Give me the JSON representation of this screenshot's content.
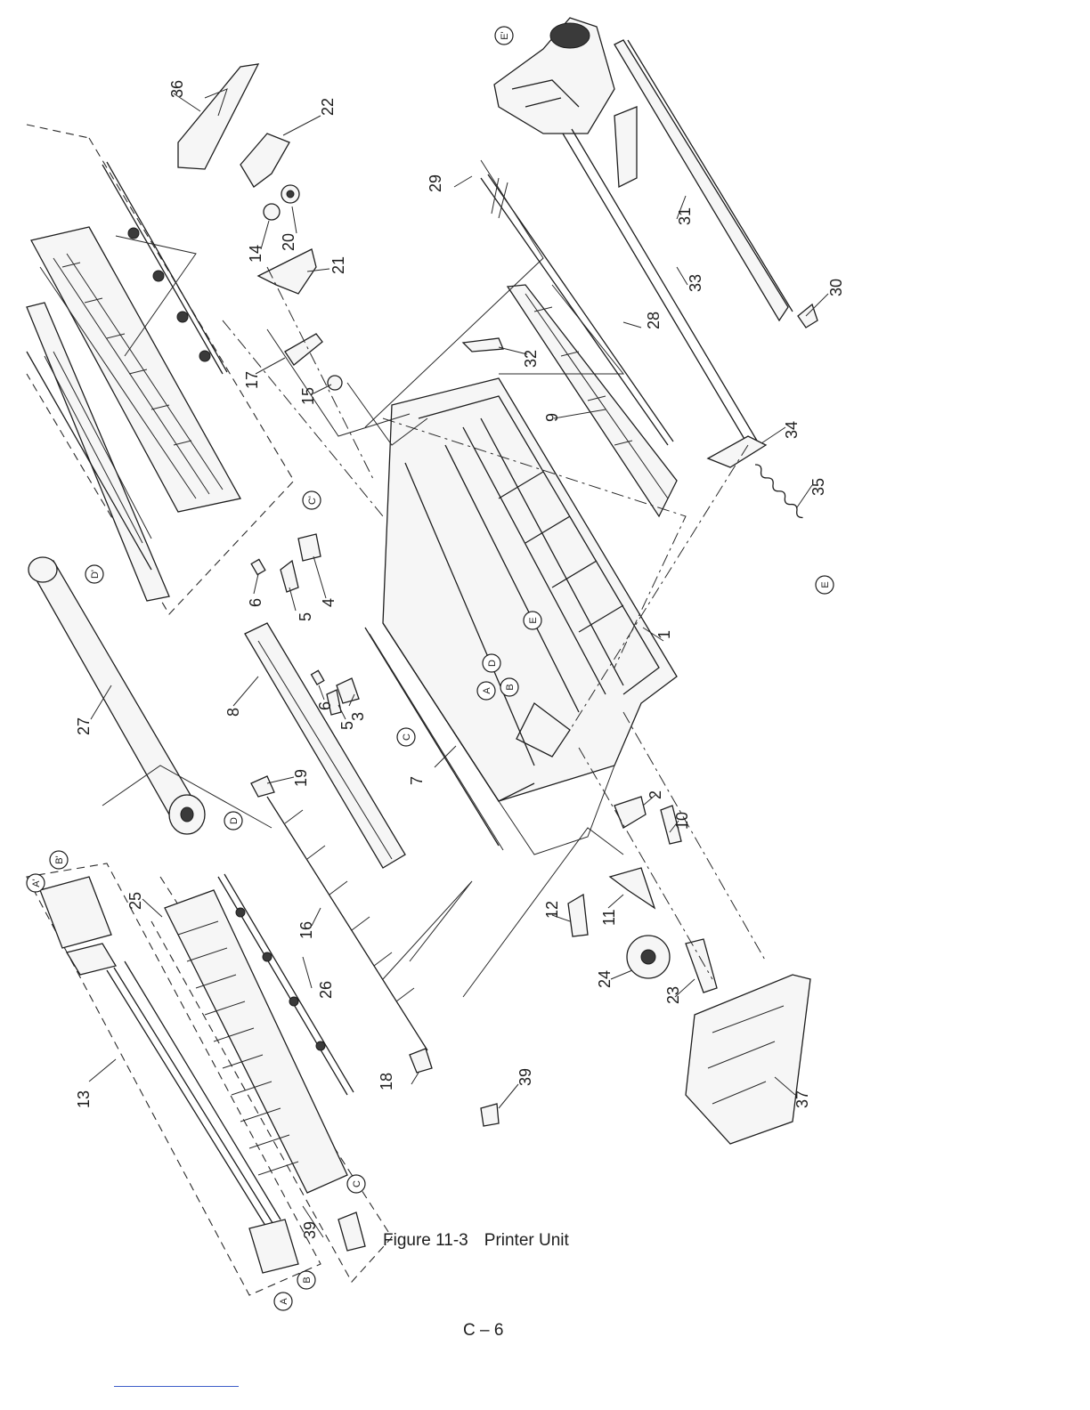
{
  "figure": {
    "caption_number": "Figure 11-3",
    "caption_title": "Printer Unit",
    "page_number": "C – 6"
  },
  "part_numbers": [
    "1",
    "2",
    "3",
    "4",
    "5",
    "5",
    "6",
    "6",
    "7",
    "8",
    "9",
    "10",
    "11",
    "12",
    "13",
    "14",
    "15",
    "16",
    "17",
    "18",
    "19",
    "20",
    "21",
    "22",
    "23",
    "24",
    "25",
    "26",
    "27",
    "28",
    "29",
    "30",
    "31",
    "32",
    "33",
    "34",
    "35",
    "36",
    "37",
    "39",
    "39"
  ],
  "reference_markers": [
    "A",
    "A'",
    "A",
    "B",
    "B'",
    "B",
    "C",
    "C'",
    "C",
    "D",
    "D'",
    "D",
    "E",
    "E'",
    "E"
  ]
}
